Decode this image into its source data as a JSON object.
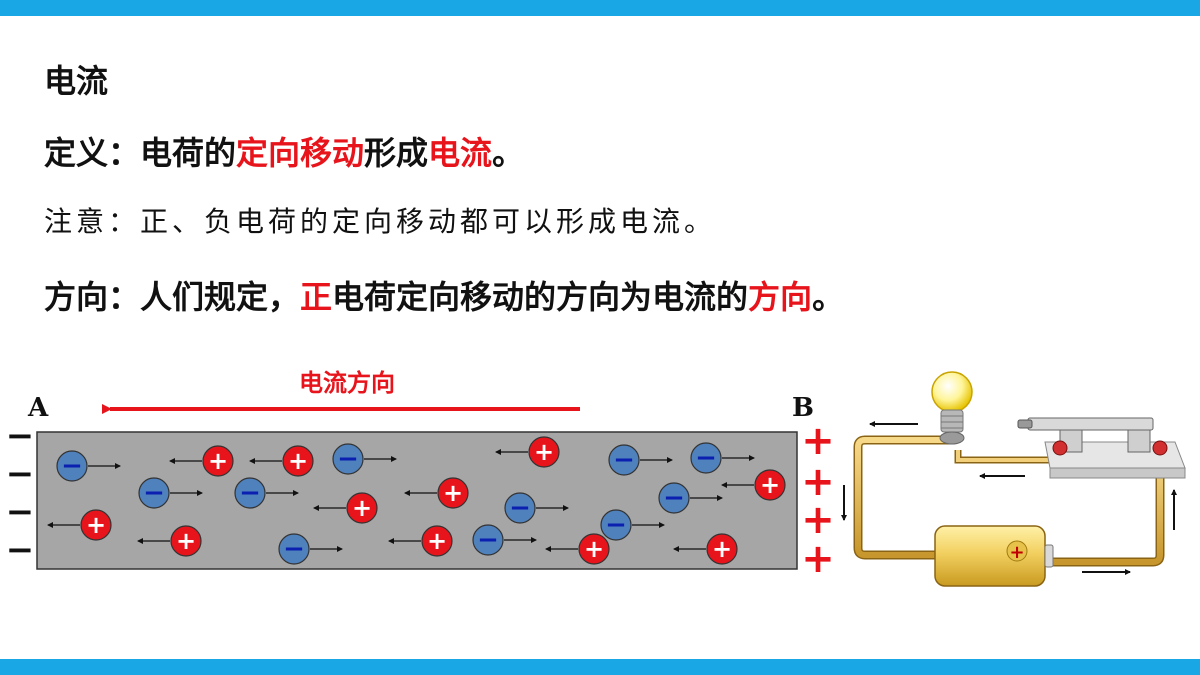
{
  "colors": {
    "accent_bar": "#1aa7e6",
    "highlight": "#e8141c",
    "conductor": "#a6a6a6",
    "negative": "#4f81bd",
    "positive": "#e8141c"
  },
  "heading": "电流",
  "definition": {
    "p1": "定义：电荷的",
    "h1": "定向移动",
    "p2": "形成",
    "h2": "电流",
    "p3": "。"
  },
  "note": "注意：正、负电荷的定向移动都可以形成电流。",
  "direction": {
    "p1": "方向：人们规定，",
    "h1": "正",
    "p2": "电荷定向移动的方向为电流的",
    "h2": "方向",
    "p3": "。"
  },
  "diagram": {
    "current_label": "电流方向",
    "end_left": "A",
    "end_right": "B",
    "left_sign": "−",
    "right_sign": "+",
    "charge_negative": "−",
    "charge_positive": "+"
  }
}
